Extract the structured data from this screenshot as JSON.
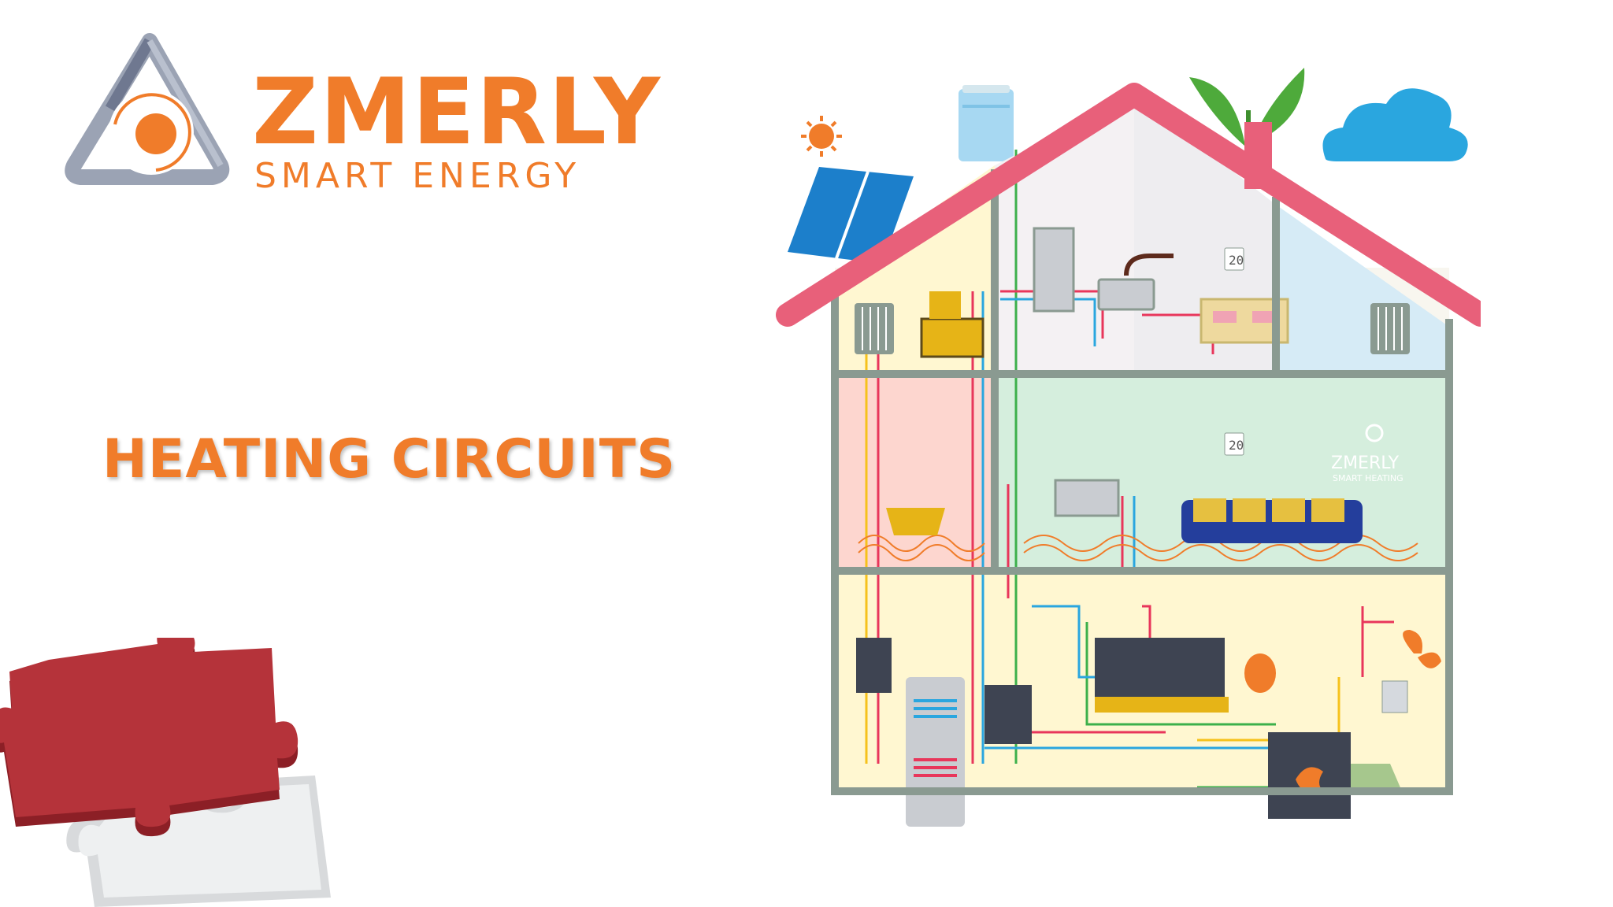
{
  "brand": {
    "name": "ZMERLY",
    "tagline": "SMART ENERGY"
  },
  "slide": {
    "title": "HEATING CIRCUITS"
  },
  "house": {
    "thermostat_top": "20",
    "thermostat_middle": "20",
    "watermark_name": "ZMERLY",
    "watermark_tagline": "SMART HEATING"
  },
  "colors": {
    "brand_orange": "#F07C2A",
    "logo_gray": "#9BA3B4",
    "roof": "#E8607A",
    "wall": "#8A9A91",
    "pipe_red": "#E8365B",
    "pipe_blue": "#2AA6DF",
    "pipe_green": "#3DB04B",
    "pipe_yellow": "#F6C21B",
    "puzzle_red": "#B5333A"
  },
  "icons": [
    "logo-triangle-icon",
    "sun-icon",
    "solar-panel-icon",
    "water-tank-icon",
    "plant-icon",
    "cloud-icon",
    "radiator-icon",
    "boiler-icon",
    "butterfly-icon",
    "puzzle-piece-icon"
  ]
}
